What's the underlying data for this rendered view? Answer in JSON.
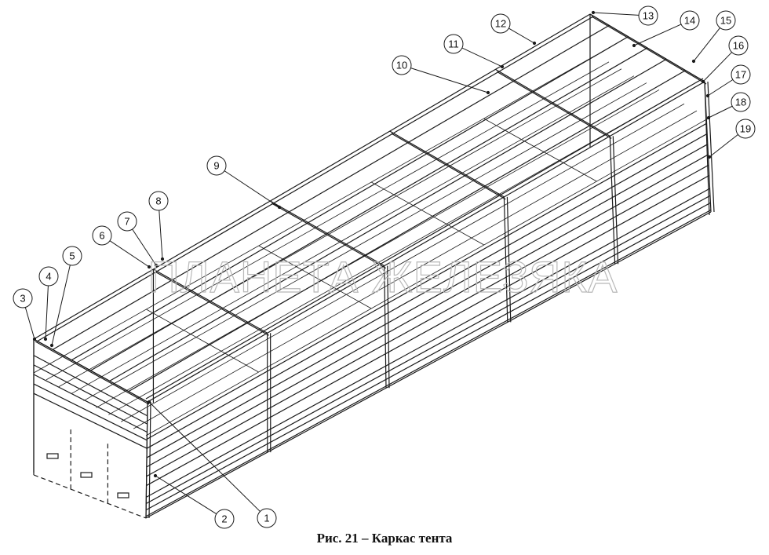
{
  "figure": {
    "caption": "Рис. 21 – Каркас тента",
    "watermark": "ПЛАНЕТА ЖЕЛЕЗЯКА"
  },
  "callouts": [
    {
      "label": "1"
    },
    {
      "label": "2"
    },
    {
      "label": "3"
    },
    {
      "label": "4"
    },
    {
      "label": "5"
    },
    {
      "label": "6"
    },
    {
      "label": "7"
    },
    {
      "label": "8"
    },
    {
      "label": "9"
    },
    {
      "label": "10"
    },
    {
      "label": "11"
    },
    {
      "label": "12"
    },
    {
      "label": "13"
    },
    {
      "label": "14"
    },
    {
      "label": "15"
    },
    {
      "label": "16"
    },
    {
      "label": "17"
    },
    {
      "label": "18"
    },
    {
      "label": "19"
    }
  ],
  "colors": {
    "line": "#1a1a1a",
    "hidden": "#555555",
    "watermark": "#b9b9b9"
  }
}
